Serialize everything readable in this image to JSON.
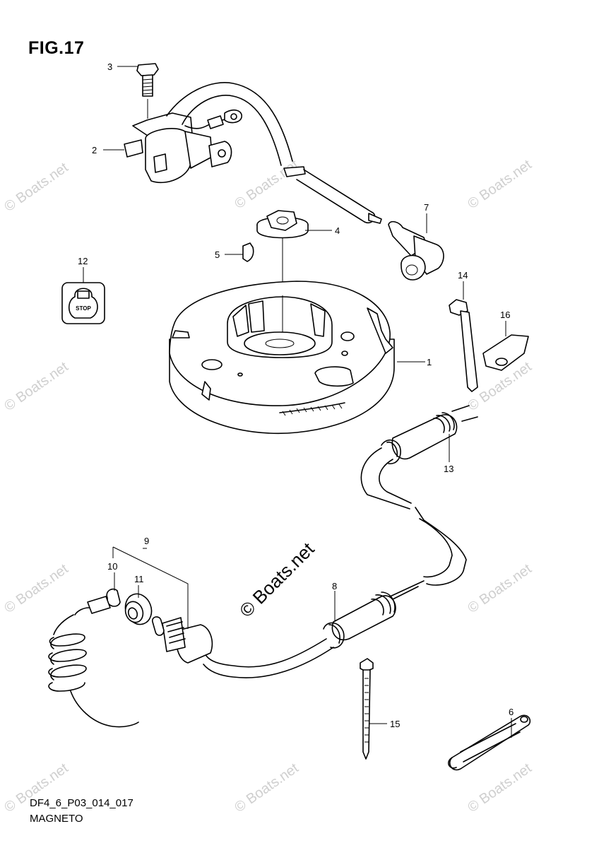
{
  "figure": {
    "title": "FIG.17",
    "code": "DF4_6_P03_014_017",
    "name": "MAGNETO"
  },
  "watermark": {
    "small": "© Boats.net",
    "large": "© Boats.net"
  },
  "stop_button_text": "STOP",
  "callouts": [
    "1",
    "2",
    "3",
    "4",
    "5",
    "6",
    "7",
    "8",
    "9",
    "10",
    "11",
    "12",
    "13",
    "14",
    "15",
    "16"
  ]
}
